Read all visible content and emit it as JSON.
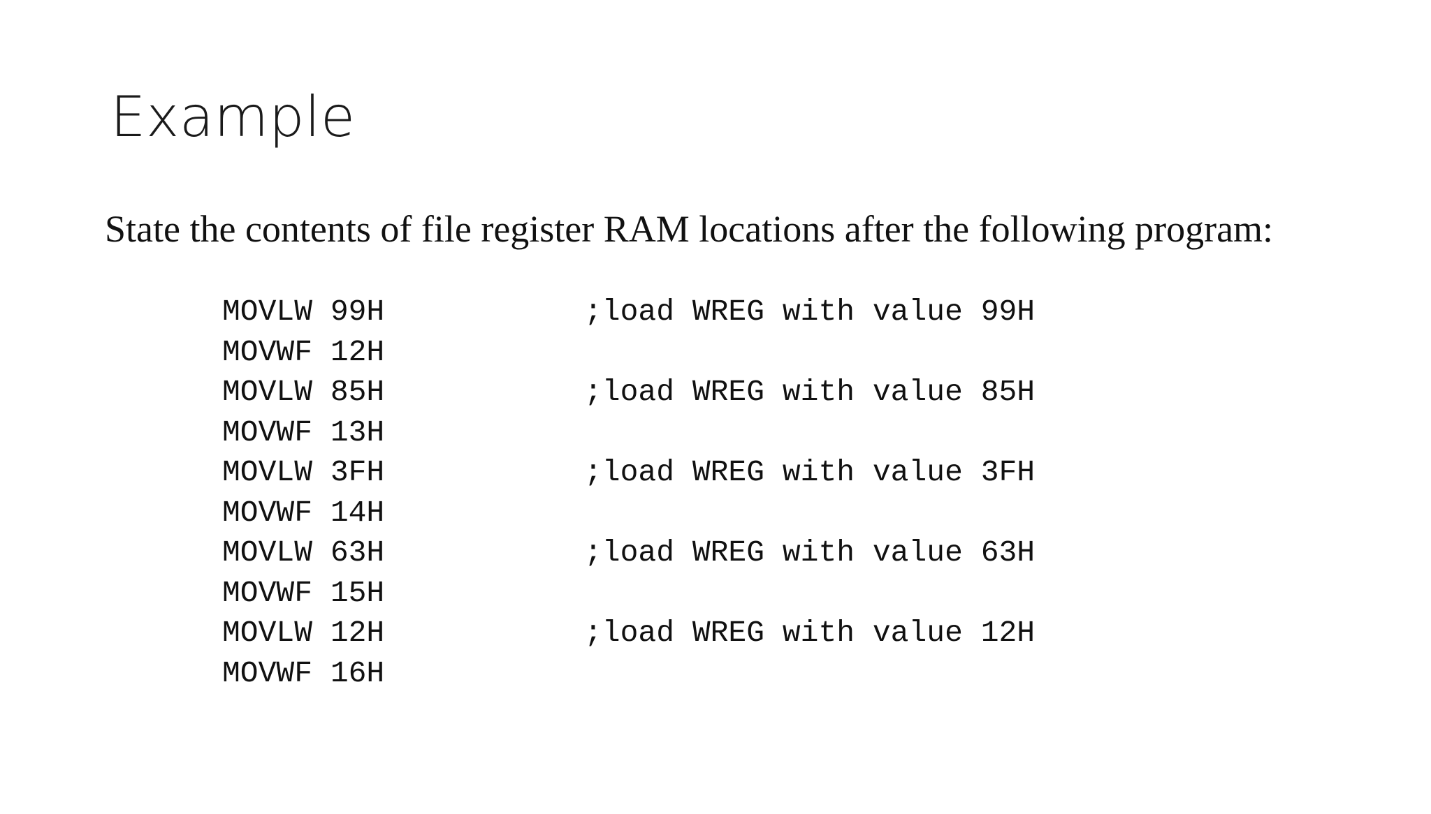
{
  "slide": {
    "title": "Example",
    "statement": "State the contents of file register RAM locations after the following program:",
    "code": [
      {
        "instr": "MOVLW 99H",
        "comment": ";load WREG with value 99H"
      },
      {
        "instr": "MOVWF 12H",
        "comment": ""
      },
      {
        "instr": "MOVLW 85H",
        "comment": ";load WREG with value 85H"
      },
      {
        "instr": "MOVWF 13H",
        "comment": ""
      },
      {
        "instr": "MOVLW 3FH",
        "comment": ";load WREG with value 3FH"
      },
      {
        "instr": "MOVWF 14H",
        "comment": ""
      },
      {
        "instr": "MOVLW 63H",
        "comment": ";load WREG with value 63H"
      },
      {
        "instr": "MOVWF 15H",
        "comment": ""
      },
      {
        "instr": "MOVLW 12H",
        "comment": ";load WREG with value 12H"
      },
      {
        "instr": "MOVWF 16H",
        "comment": ""
      }
    ]
  }
}
